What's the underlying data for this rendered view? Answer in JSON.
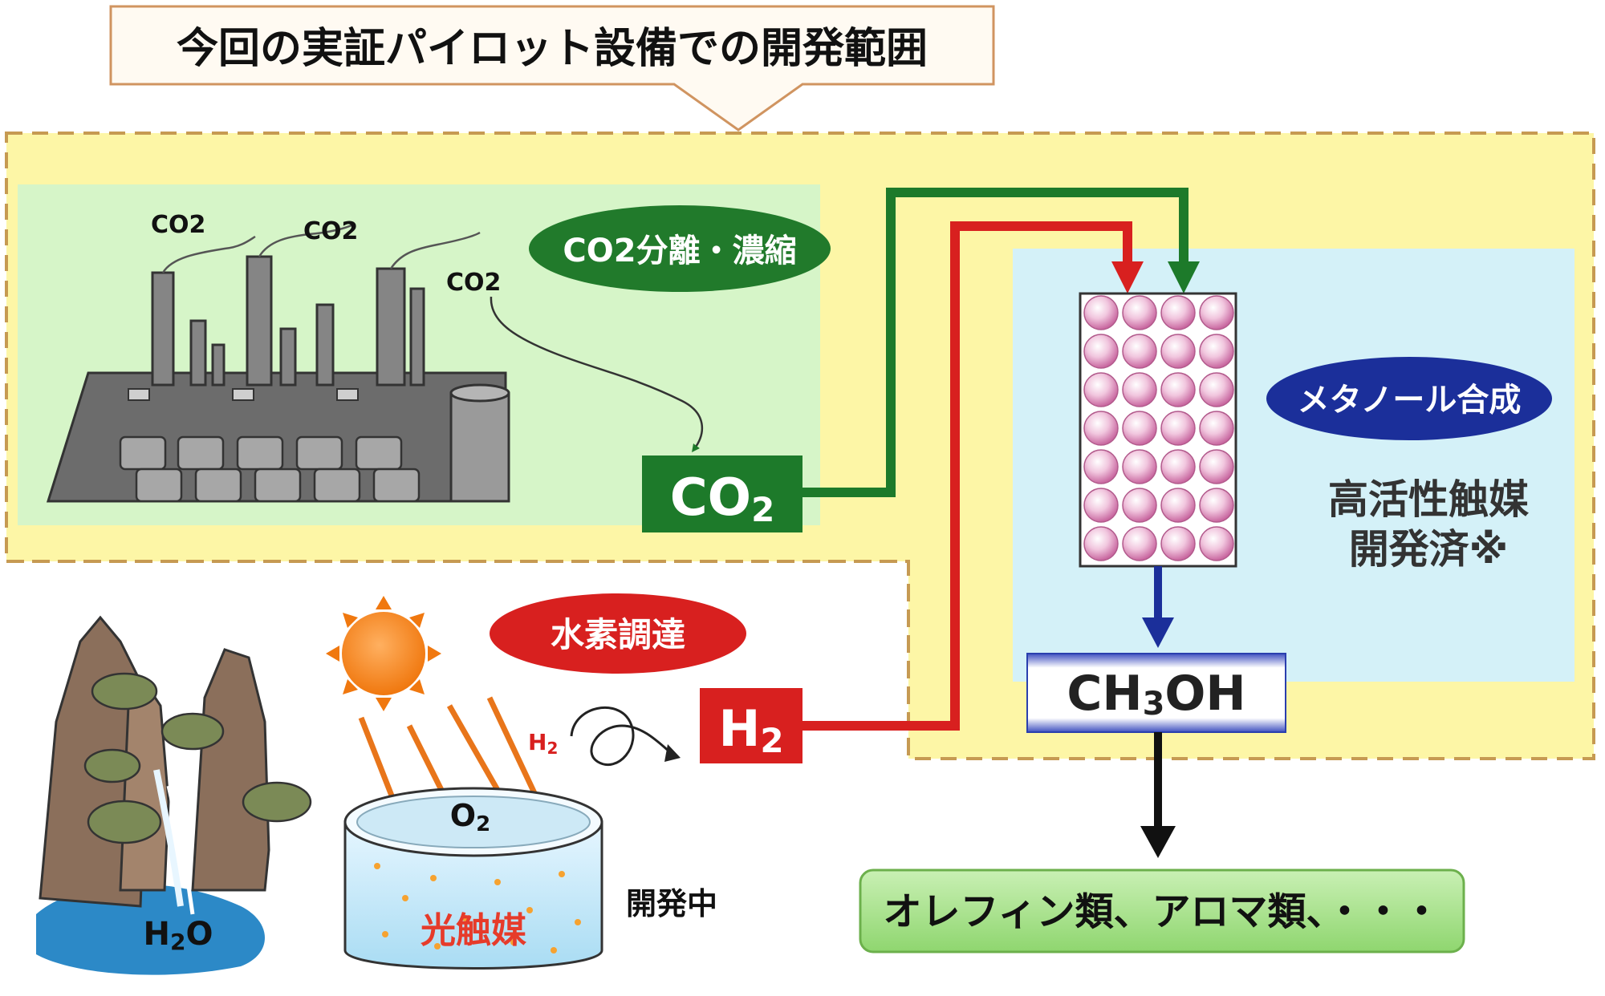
{
  "callout": {
    "text": "今回の実証パイロット設備での開発範囲"
  },
  "factory": {
    "co2_labels": [
      "CO2",
      "CO2",
      "CO2"
    ]
  },
  "co2_separation": {
    "label": "CO2分離・濃縮"
  },
  "co2_box": {
    "main": "CO",
    "sub": "2"
  },
  "methanol_synthesis": {
    "label": "メタノール合成"
  },
  "catalyst_note": {
    "line1": "高活性触媒",
    "line2": "開発済※"
  },
  "hydrogen_procurement": {
    "label": "水素調達"
  },
  "h2_box": {
    "main": "H",
    "sub": "2"
  },
  "methanol_product": {
    "text": "CH3OH",
    "part1": "CH",
    "part2": "3",
    "part3": "OH"
  },
  "water": {
    "label": "H2O"
  },
  "photocatalyst": {
    "label": "光触媒",
    "status": "開発中",
    "o2_label": "O2",
    "h2_label": "H2"
  },
  "products": {
    "label": "オレフィン類、アロマ類、・・・"
  },
  "colors": {
    "yellow_zone": "#fdf6a6",
    "green_zone": "#d6f5c8",
    "blue_zone": "#d4f1f8",
    "co2_green": "#1d7a2a",
    "h2_red": "#d8201f",
    "methanol_blue": "#1b2f9a",
    "product_green": "#a6e08e"
  }
}
